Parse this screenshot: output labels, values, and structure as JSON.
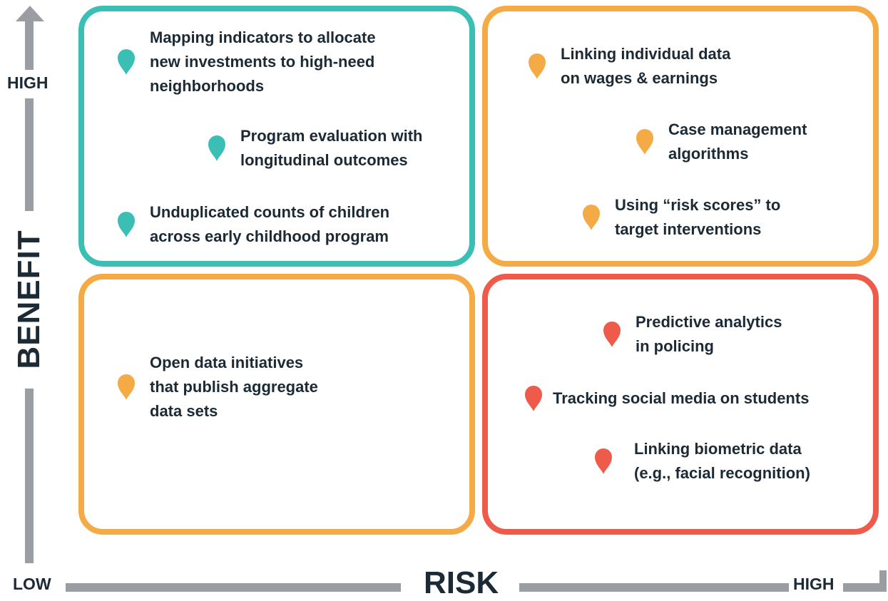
{
  "axes": {
    "y_title": "BENEFIT",
    "y_high": "HIGH",
    "x_title": "RISK",
    "x_low": "LOW",
    "x_high": "HIGH"
  },
  "colors": {
    "teal": "#3bbfb5",
    "orange": "#f5ab45",
    "red": "#ef5b4a",
    "axis": "#9a9ea3",
    "text": "#1c2a36"
  },
  "quadrants": {
    "high_benefit_low_risk": {
      "color": "teal",
      "items": [
        {
          "lines": [
            "Mapping indicators to allocate",
            "new investments to high-need",
            "neighborhoods"
          ],
          "marker": "teal-pin-icon"
        },
        {
          "lines": [
            "Program evaluation with",
            "longitudinal outcomes"
          ],
          "marker": "teal-pin-icon"
        },
        {
          "lines": [
            "Unduplicated counts of children",
            "across early childhood program"
          ],
          "marker": "teal-pin-icon"
        }
      ]
    },
    "high_benefit_high_risk": {
      "color": "orange",
      "items": [
        {
          "lines": [
            "Linking individual data",
            "on wages & earnings"
          ],
          "marker": "orange-pin-icon"
        },
        {
          "lines": [
            "Case management",
            "algorithms"
          ],
          "marker": "orange-pin-icon"
        },
        {
          "lines": [
            "Using “risk scores” to",
            "target interventions"
          ],
          "marker": "orange-pin-icon"
        }
      ]
    },
    "low_benefit_low_risk": {
      "color": "orange",
      "items": [
        {
          "lines": [
            "Open data initiatives",
            "that publish aggregate",
            "data sets"
          ],
          "marker": "orange-pin-icon"
        }
      ]
    },
    "low_benefit_high_risk": {
      "color": "red",
      "items": [
        {
          "lines": [
            "Predictive analytics",
            "in policing"
          ],
          "marker": "red-pin-icon"
        },
        {
          "lines": [
            "Tracking social media on students"
          ],
          "marker": "red-pin-icon"
        },
        {
          "lines": [
            "Linking biometric data",
            "(e.g., facial recognition)"
          ],
          "marker": "red-pin-icon"
        }
      ]
    }
  }
}
